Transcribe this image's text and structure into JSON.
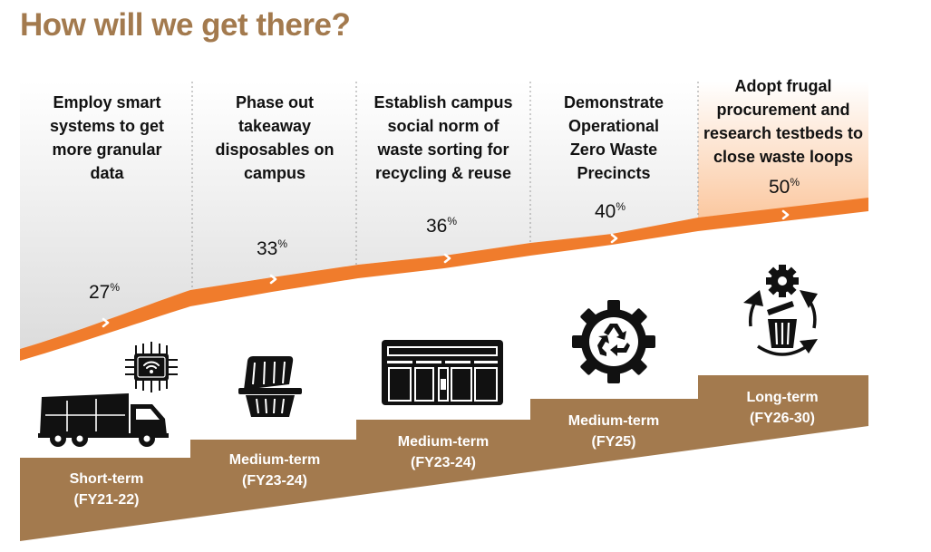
{
  "title": "How will we get there?",
  "colors": {
    "title": "#a37a4e",
    "orange": "#f07c2c",
    "brown": "#a37a4e",
    "dark": "#111111"
  },
  "stages": [
    {
      "goal": [
        "Employ smart",
        "systems to get",
        "more granular",
        "data"
      ],
      "percent": "27",
      "unit": "%",
      "term": [
        "Short-term",
        "(FY21-22)"
      ],
      "icon": "garbage-truck-icon",
      "icon2": "smart-chip-icon"
    },
    {
      "goal": [
        "Phase out",
        "takeaway",
        "disposables on",
        "campus"
      ],
      "percent": "33",
      "unit": "%",
      "term": [
        "Medium-term",
        "(FY23-24)"
      ],
      "icon": "takeaway-container-icon"
    },
    {
      "goal": [
        "Establish campus",
        "social norm of",
        "waste sorting for",
        "recycling & reuse"
      ],
      "percent": "36",
      "unit": "%",
      "term": [
        "Medium-term",
        "(FY23-24)"
      ],
      "icon": "recycling-station-icon"
    },
    {
      "goal": [
        "Demonstrate",
        "Operational",
        "Zero Waste",
        "Precincts"
      ],
      "percent": "40",
      "unit": "%",
      "term": [
        "Medium-term",
        "(FY25)"
      ],
      "icon": "recycle-gear-icon"
    },
    {
      "goal": [
        "Adopt frugal",
        "procurement and",
        "research testbeds to",
        "close waste loops"
      ],
      "percent": "50",
      "unit": "%",
      "term": [
        "Long-term",
        "(FY26-30)"
      ],
      "icon": "waste-loop-icon"
    }
  ]
}
